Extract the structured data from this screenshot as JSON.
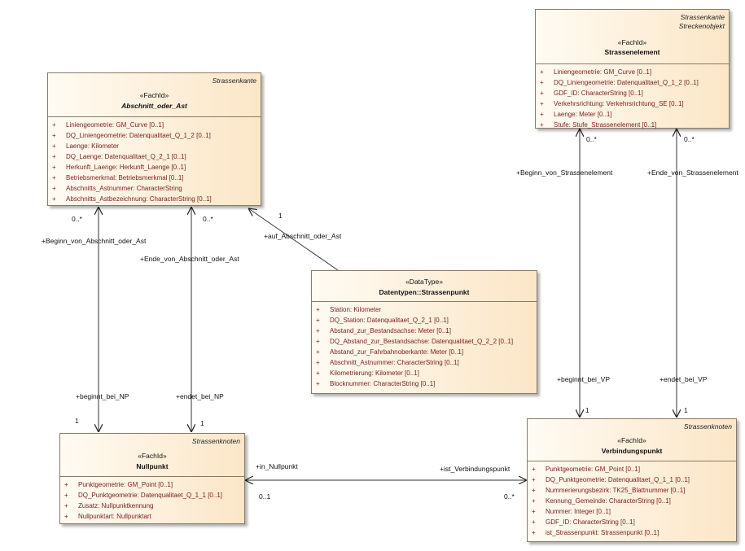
{
  "classes": {
    "strassenelement": {
      "tag": [
        "Strassenkante",
        "Streckenobjekt"
      ],
      "stereotype": "«FachId»",
      "name": "Strassenelement",
      "attributes": [
        "Liniengeometrie: GM_Curve [0..1]",
        "DQ_Liniengeometrie: Datenqualitaet_Q_1_2 [0..1]",
        "GDF_ID: CharacterString [0..1]",
        "Verkehrsrichtung: Verkehrsrichtung_SE [0..1]",
        "Laenge: Meter [0..1]",
        "Stufe: Stufe_Strassenelement [0..1]"
      ]
    },
    "abschnitt": {
      "tag": [
        "Strassenkante"
      ],
      "stereotype": "«FachId»",
      "name": "Abschnitt_oder_Ast",
      "attributes": [
        "Liniengeometrie: GM_Curve [0..1]",
        "DQ_Liniengeometrie: Datenqualitaet_Q_1_2 [0..1]",
        "Laenge: Kilometer",
        "DQ_Laenge: Datenqualitaet_Q_2_1 [0..1]",
        "Herkunft_Laenge: Herkunft_Laenge [0..1]",
        "Betriebsmerkmal: Betriebsmerkmal [0..1]",
        "Abschnitts_Astnummer: CharacterString",
        "Abschnitts_Astbezeichnung: CharacterString [0..1]"
      ]
    },
    "strassenpunkt": {
      "stereotype": "«DataType»",
      "name": "Datentypen::Strassenpunkt",
      "attributes": [
        "Station: Kilometer",
        "DQ_Station: Datenqualitaet_Q_2_1 [0..1]",
        "Abstand_zur_Bestandsachse: Meter [0..1]",
        "DQ_Abstand_zur_Bestandsachse: Datenqualitaet_Q_2_2 [0..1]",
        "Abstand_zur_Fahrbahnoberkante: Meter [0..1]",
        "Abschnitt_Astnummer: CharacterString [0..1]",
        "Kilometrierung: Kilometer [0..1]",
        "Blocknummer: CharacterString [0..1]"
      ]
    },
    "nullpunkt": {
      "tag": [
        "Strassenknoten"
      ],
      "stereotype": "«FachId»",
      "name": "Nullpunkt",
      "attributes": [
        "Punktgeometrie: GM_Point [0..1]",
        "DQ_Punktgeometrie: Datenqualitaet_Q_1_1 [0..1]",
        "Zusatz: Nullpunktkennung",
        "Nullpunktart: Nullpunktart"
      ]
    },
    "verbindungspunkt": {
      "tag": [
        "Strassenknoten"
      ],
      "stereotype": "«FachId»",
      "name": "Verbindungspunkt",
      "attributes": [
        "Punktgeometrie: GM_Point [0..1]",
        "DQ_Punktgeometrie: Datenqualitaet_Q_1_1 [0..1]",
        "Nummerierungsbezirk: TK25_Blattnummer [0..1]",
        "Kennung_Gemeinde: CharacterString [0..1]",
        "Nummer: Integer [0..1]",
        "GDF_ID: CharacterString [0..1]",
        "ist_Strassenpunkt: Strassenpunkt [0..1]"
      ]
    }
  },
  "labels": {
    "beginn_abschnitt": "+Beginn_von_Abschnitt_oder_Ast",
    "ende_abschnitt": "+Ende_von_Abschnitt_oder_Ast",
    "auf_abschnitt": "+auf_Abschnitt_oder_Ast",
    "beginnt_np": "+beginnt_bei_NP",
    "endet_np": "+endet_bei_NP",
    "beginn_se": "+Beginn_von_Strassenelement",
    "ende_se": "+Ende_von_Strassenelement",
    "beginnt_vp": "+beginnt_bei_VP",
    "endet_vp": "+endet_bei_VP",
    "in_nullpunkt": "+in_Nullpunkt",
    "ist_verbindungspunkt": "+ist_Verbindungspunkt"
  },
  "multiplicities": {
    "m_ab_left_top": "0..*",
    "m_ab_mid_top": "0..*",
    "m_auf": "1",
    "m_np_left": "1",
    "m_np_right": "1",
    "m_se_left": "0..*",
    "m_se_right": "0..*",
    "m_vp_left": "1",
    "m_vp_right": "1",
    "m_np_assoc": "0..1",
    "m_vp_assoc": "0..*"
  }
}
